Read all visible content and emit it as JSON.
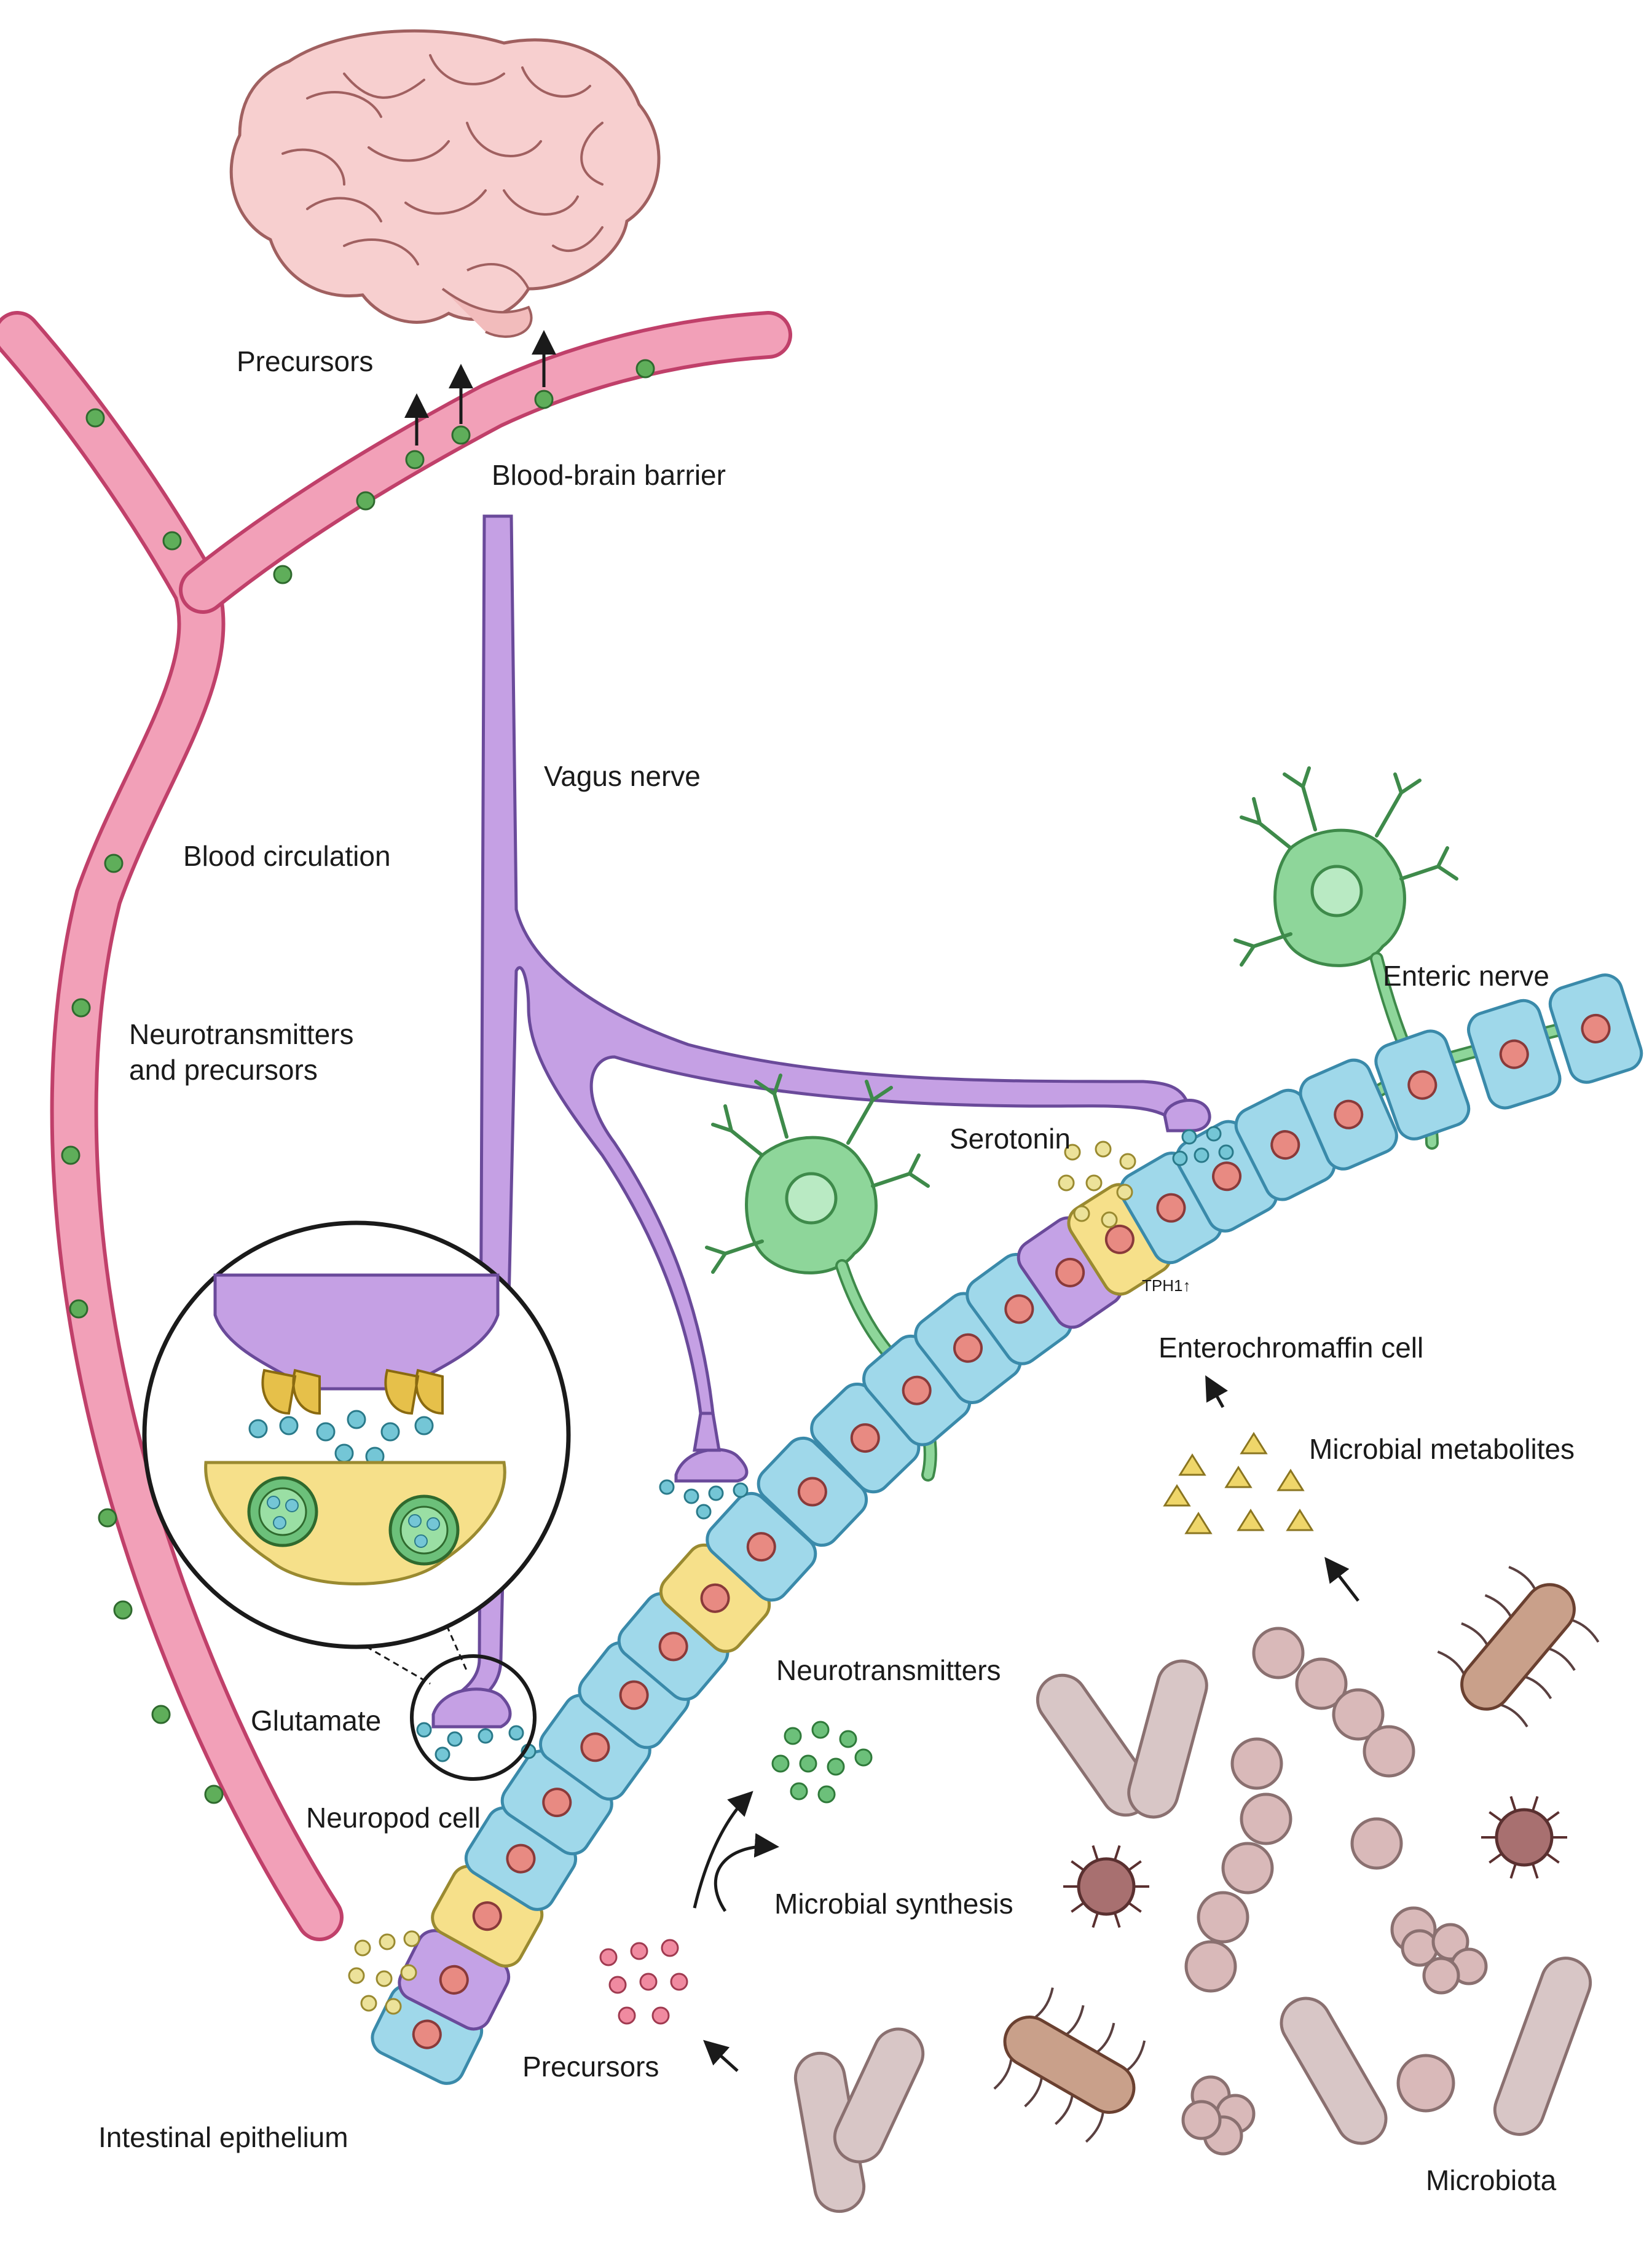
{
  "labels": {
    "precursors_top": "Precursors",
    "blood_brain_barrier": "Blood-brain barrier",
    "vagus_nerve": "Vagus nerve",
    "blood_circulation": "Blood circulation",
    "neurotransmitters_and_precursors": "Neurotransmitters\nand precursors",
    "enteric_nerve": "Enteric nerve",
    "serotonin": "Serotonin",
    "tph1": "TPH1↑",
    "enterochromaffin_cell": "Enterochromaffin cell",
    "microbial_metabolites": "Microbial metabolites",
    "neurotransmitters": "Neurotransmitters",
    "glutamate": "Glutamate",
    "neuropod_cell": "Neuropod cell",
    "microbial_synthesis": "Microbial synthesis",
    "precursors_bottom": "Precursors",
    "intestinal_epithelium": "Intestinal epithelium",
    "microbiota": "Microbiota"
  },
  "colors": {
    "blood_vessel": "#f2a0b8",
    "blood_vessel_edge": "#c0406a",
    "blood_cell": "#5fae5a",
    "vagus_nerve": "#b48ad8",
    "vagus_edge": "#6a4a9a",
    "enteric_neuron": "#8ed69a",
    "enteric_edge": "#3e8a4a",
    "epithelial_cell": "#9fd8ea",
    "epithelial_edge": "#3a8aaa",
    "nucleus": "#e88a82",
    "neuropod_cell": "#f6e08a",
    "enterochromaffin": "#c4a2e6",
    "serotonin_dot": "#ece29a",
    "neurotransmitter_dot": "#6cc07a",
    "precursor_dot": "#f08aa0",
    "metabolite": "#efd66a",
    "glutamate_dot": "#74c6d6",
    "microbe": "#d8c6c6",
    "microbe_edge": "#8a7070",
    "brain": "#f7cfcf",
    "brain_edge": "#a06060"
  }
}
